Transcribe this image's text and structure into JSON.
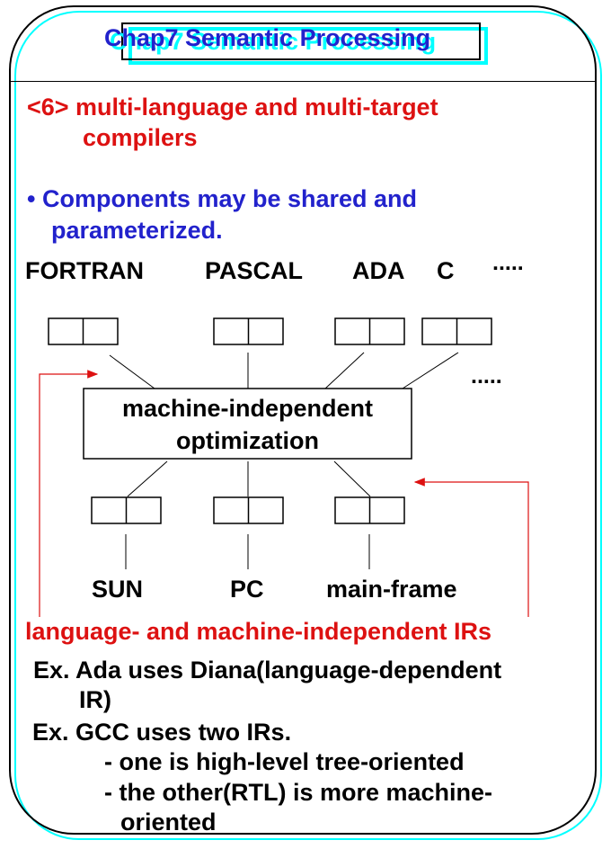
{
  "title": "Chap7  Semantic Processing",
  "heading_line1": "<6> multi-language and multi-target",
  "heading_line2": "compilers",
  "bullet_line1": "• Components may be shared and",
  "bullet_line2": "parameterized.",
  "languages": {
    "fortran": "FORTRAN",
    "pascal": "PASCAL",
    "ada": "ADA",
    "c": "C",
    "ellipsis": "....."
  },
  "ellipsis_mid": ".....",
  "optimizer": {
    "line1": "machine-independent",
    "line2": "optimization"
  },
  "targets": {
    "sun": "SUN",
    "pc": "PC",
    "mainframe": "main-frame"
  },
  "ir_line": "language-  and machine-independent IRs",
  "ex1_line1": "Ex. Ada uses Diana(language-dependent",
  "ex1_line2": "IR)",
  "ex2_line1": "Ex. GCC uses two IRs.",
  "ex2_sub1": "- one is high-level tree-oriented",
  "ex2_sub2_line1": "- the other(RTL) is more machine-",
  "ex2_sub2_line2": "oriented",
  "colors": {
    "title": "#2222cc",
    "title_shadow": "#00ffff",
    "heading": "#dd1111",
    "bullet": "#2222cc",
    "arrows": "#dd1111"
  }
}
